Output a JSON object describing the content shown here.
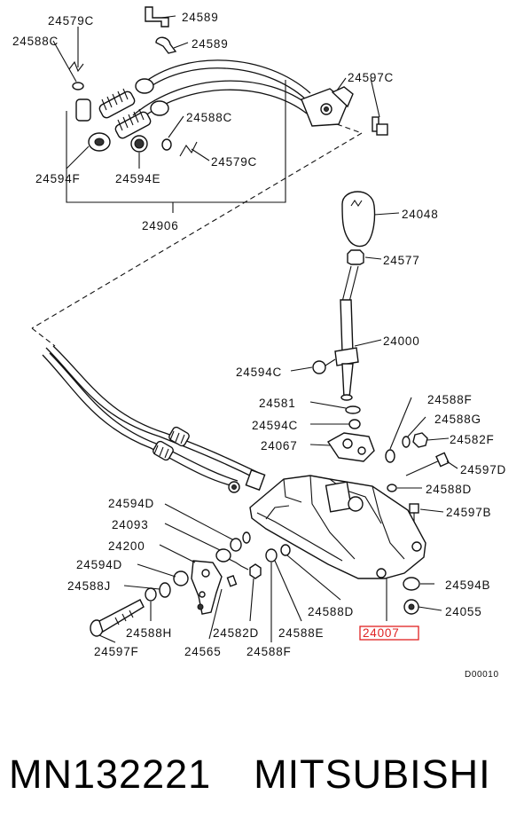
{
  "labels": {
    "l24579c_top": "24579C",
    "l24589_a": "24589",
    "l24588c_top": "24588C",
    "l24589_b": "24589",
    "l24597c": "24597C",
    "l24588c_mid": "24588C",
    "l24579c_mid": "24579C",
    "l24594f": "24594F",
    "l24594e": "24594E",
    "l24906": "24906",
    "l24048": "24048",
    "l24577": "24577",
    "l24000": "24000",
    "l24594c_a": "24594C",
    "l24581": "24581",
    "l24594c_b": "24594C",
    "l24067": "24067",
    "l24588f_r": "24588F",
    "l24588g": "24588G",
    "l24582f": "24582F",
    "l24597d": "24597D",
    "l24588d_r": "24588D",
    "l24597b": "24597B",
    "l24594d_a": "24594D",
    "l24093": "24093",
    "l24200": "24200",
    "l24594d_b": "24594D",
    "l24588j": "24588J",
    "l24594b": "24594B",
    "l24055": "24055",
    "l24588d_b": "24588D",
    "l24007": "24007",
    "l24588h": "24588H",
    "l24582d": "24582D",
    "l24588e": "24588E",
    "l24597f": "24597F",
    "l24565": "24565",
    "l24588f_b": "24588F",
    "code": "D00010"
  },
  "highlight_color": "#e02020",
  "caption": {
    "part_number": "MN132221",
    "brand": "MITSUBISHI"
  }
}
